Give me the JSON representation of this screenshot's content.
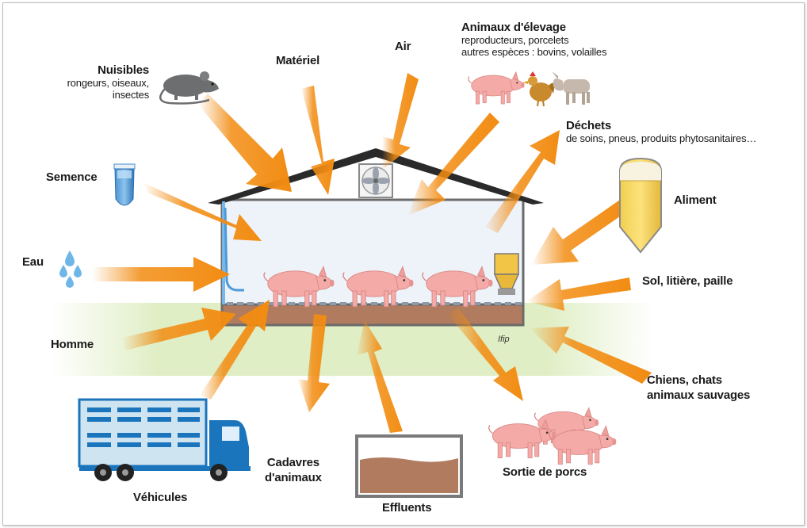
{
  "labels": {
    "nuisibles": "Nuisibles",
    "nuisibles_sub1": "rongeurs, oiseaux,",
    "nuisibles_sub2": "insectes",
    "materiel": "Matériel",
    "air": "Air",
    "animaux": "Animaux d'élevage",
    "animaux_sub1": "reproducteurs, porcelets",
    "animaux_sub2": "autres espèces : bovins, volailles",
    "dechets": "Déchets",
    "dechets_sub": "de soins, pneus, produits phytosanitaires…",
    "semence": "Semence",
    "aliment": "Aliment",
    "eau": "Eau",
    "sol": "Sol, litière, paille",
    "homme": "Homme",
    "chiens1": "Chiens, chats",
    "chiens2": "animaux sauvages",
    "vehicules": "Véhicules",
    "cadavres1": "Cadavres",
    "cadavres2": "d'animaux",
    "effluents": "Effluents",
    "sortie": "Sortie de porcs",
    "credit": "Ifip"
  },
  "colors": {
    "arrow": "#f28c12",
    "building_fill": "#eef3fa",
    "roof": "#2a2a2a",
    "ground": "#dfeec4",
    "pit": "#b07b5f",
    "pig": "#f4aaa7",
    "truck_blue": "#1b75bc",
    "trailer": "#cfe4f1"
  },
  "icons": [
    "rat-icon",
    "fan-icon",
    "pig-icon",
    "hen-icon",
    "calf-icon",
    "semen-tube-icon",
    "water-drops-icon",
    "feed-silo-icon",
    "feeder-icon",
    "truck-icon",
    "manure-pit-icon"
  ]
}
